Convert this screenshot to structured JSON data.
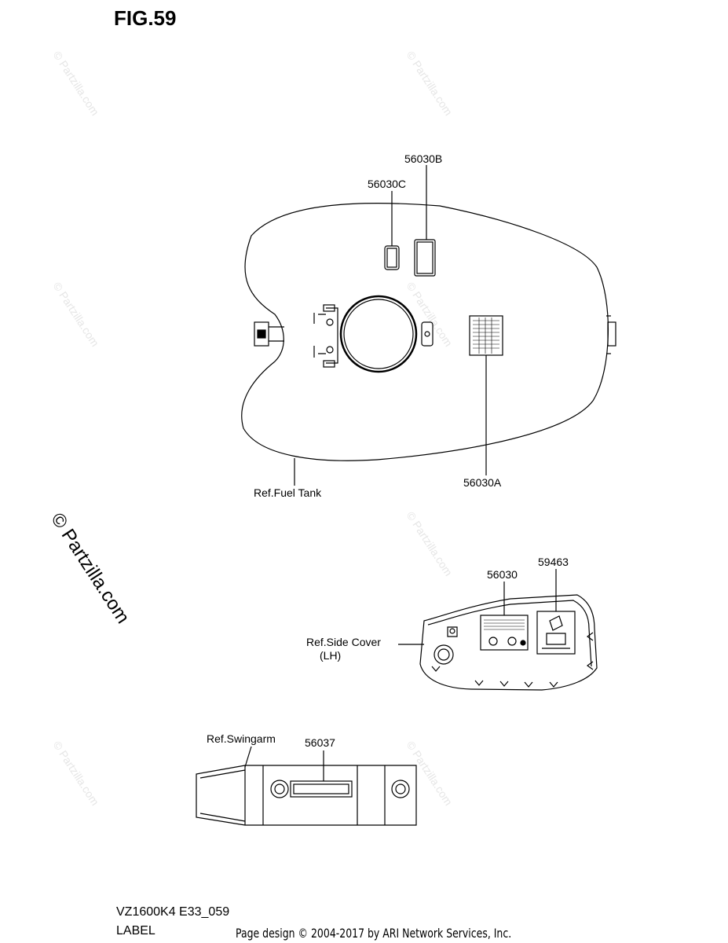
{
  "figure_title": "FIG.59",
  "fuel_tank": {
    "ref_label": "Ref.Fuel Tank",
    "parts": [
      "56030B",
      "56030C",
      "56030A"
    ]
  },
  "side_cover": {
    "ref_label_line1": "Ref.Side Cover",
    "ref_label_line2": "(LH)",
    "parts": [
      "56030",
      "59463"
    ]
  },
  "swingarm": {
    "ref_label": "Ref.Swingarm",
    "parts": [
      "56037"
    ]
  },
  "model_code": "VZ1600K4 E33_059",
  "section_name": "LABEL",
  "footer": "Page design © 2004-2017 by ARI Network Services, Inc.",
  "watermark": "© Partzilla.com"
}
